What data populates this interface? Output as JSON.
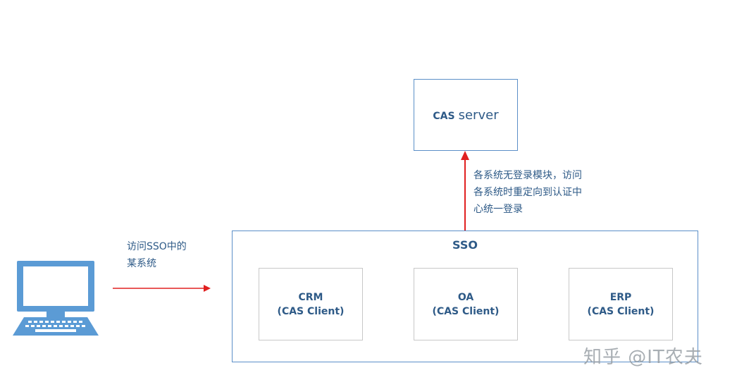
{
  "server": {
    "label_small": "CAS",
    "label_main": "server"
  },
  "sso": {
    "title": "SSO",
    "clients": [
      {
        "name": "CRM",
        "subtitle": "(CAS Client)"
      },
      {
        "name": "OA",
        "subtitle": "(CAS Client)"
      },
      {
        "name": "ERP",
        "subtitle": "(CAS Client)"
      }
    ]
  },
  "notes": {
    "redirect": [
      "各系统无登录模块，访问",
      "各系统时重定向到认证中",
      "心统一登录"
    ],
    "access": [
      "访问SSO中的",
      "某系统"
    ]
  },
  "watermark": "知乎 @IT农夫",
  "colors": {
    "arrow": "#e02020",
    "box_border": "#5b8fc8",
    "client_border": "#c8c8c8",
    "text": "#2e5a87"
  }
}
